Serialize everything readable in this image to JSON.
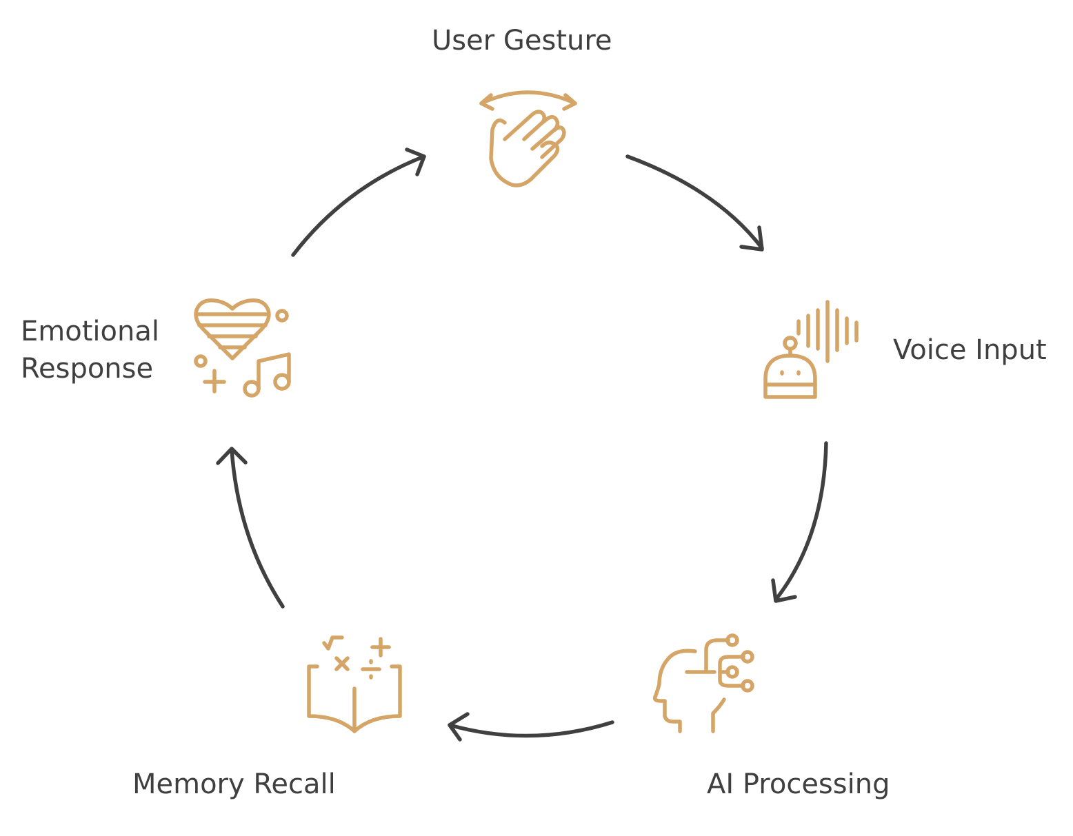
{
  "colors": {
    "icon": "#d4a566",
    "arrow": "#404040",
    "text": "#3f3f3f",
    "background": "#ffffff"
  },
  "nodes": [
    {
      "id": "user-gesture",
      "label": "User Gesture",
      "icon": "waving-hand-icon"
    },
    {
      "id": "voice-input",
      "label": "Voice Input",
      "icon": "robot-voice-icon"
    },
    {
      "id": "ai-processing",
      "label": "AI Processing",
      "icon": "ai-head-circuit-icon"
    },
    {
      "id": "memory-recall",
      "label": "Memory Recall",
      "icon": "open-book-math-icon"
    },
    {
      "id": "emotional-response",
      "label_lines": [
        "Emotional",
        "Response"
      ],
      "icon": "heart-music-icon"
    }
  ],
  "cycle": [
    "user-gesture",
    "voice-input",
    "ai-processing",
    "memory-recall",
    "emotional-response",
    "user-gesture"
  ]
}
